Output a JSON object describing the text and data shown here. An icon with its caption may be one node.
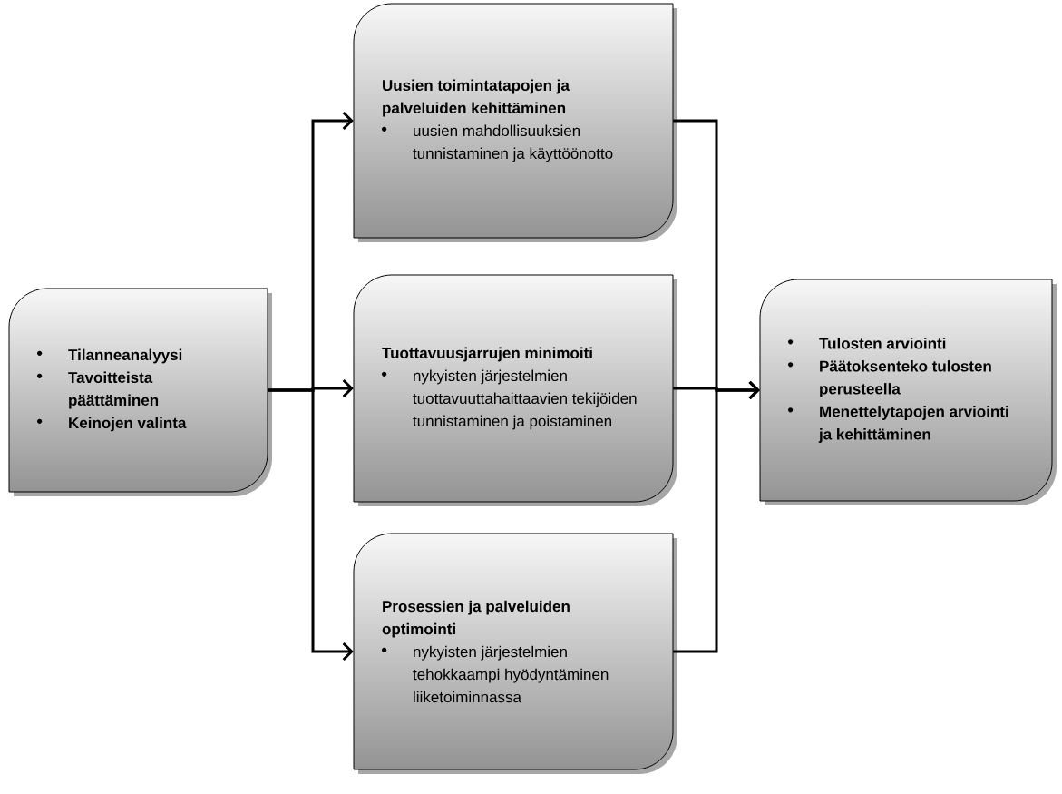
{
  "diagram": {
    "nodes": [
      {
        "text": [
          "Tilanneanalyysi",
          "Tavoitteista päättäminen",
          "Keinojen valinta"
        ]
      },
      {
        "text": [
          "Uusien toimintatapojen ja palveluiden kehittäminen",
          "uusien mahdollisuuksien tunnistaminen ja käyttöönotto"
        ]
      },
      {
        "text": [
          "Tuottavuusjarrujen minimoiti",
          "nykyisten järjestelmien tuottavuuttahaittaavien tekijöiden tunnistaminen ja poistaminen"
        ]
      },
      {
        "text": [
          "Prosessien ja palveluiden optimointi",
          "nykyisten järjestelmien tehokkaampi hyödyntäminen liiketoiminnassa"
        ]
      },
      {
        "text": [
          "Tulosten arviointi",
          "Päätoksenteko tulosten perusteella",
          "Menettelytapojen arviointi ja kehittäminen"
        ]
      }
    ],
    "edges": [
      {
        "from": 0,
        "to": 1,
        "arrow": "to"
      },
      {
        "from": 0,
        "to": 2,
        "arrow": "to"
      },
      {
        "from": 0,
        "to": 3,
        "arrow": "to"
      },
      {
        "from": 1,
        "to": 4,
        "arrow": "to"
      },
      {
        "from": 2,
        "to": 4,
        "arrow": "to"
      },
      {
        "from": 3,
        "to": 4,
        "arrow": "to"
      }
    ]
  }
}
